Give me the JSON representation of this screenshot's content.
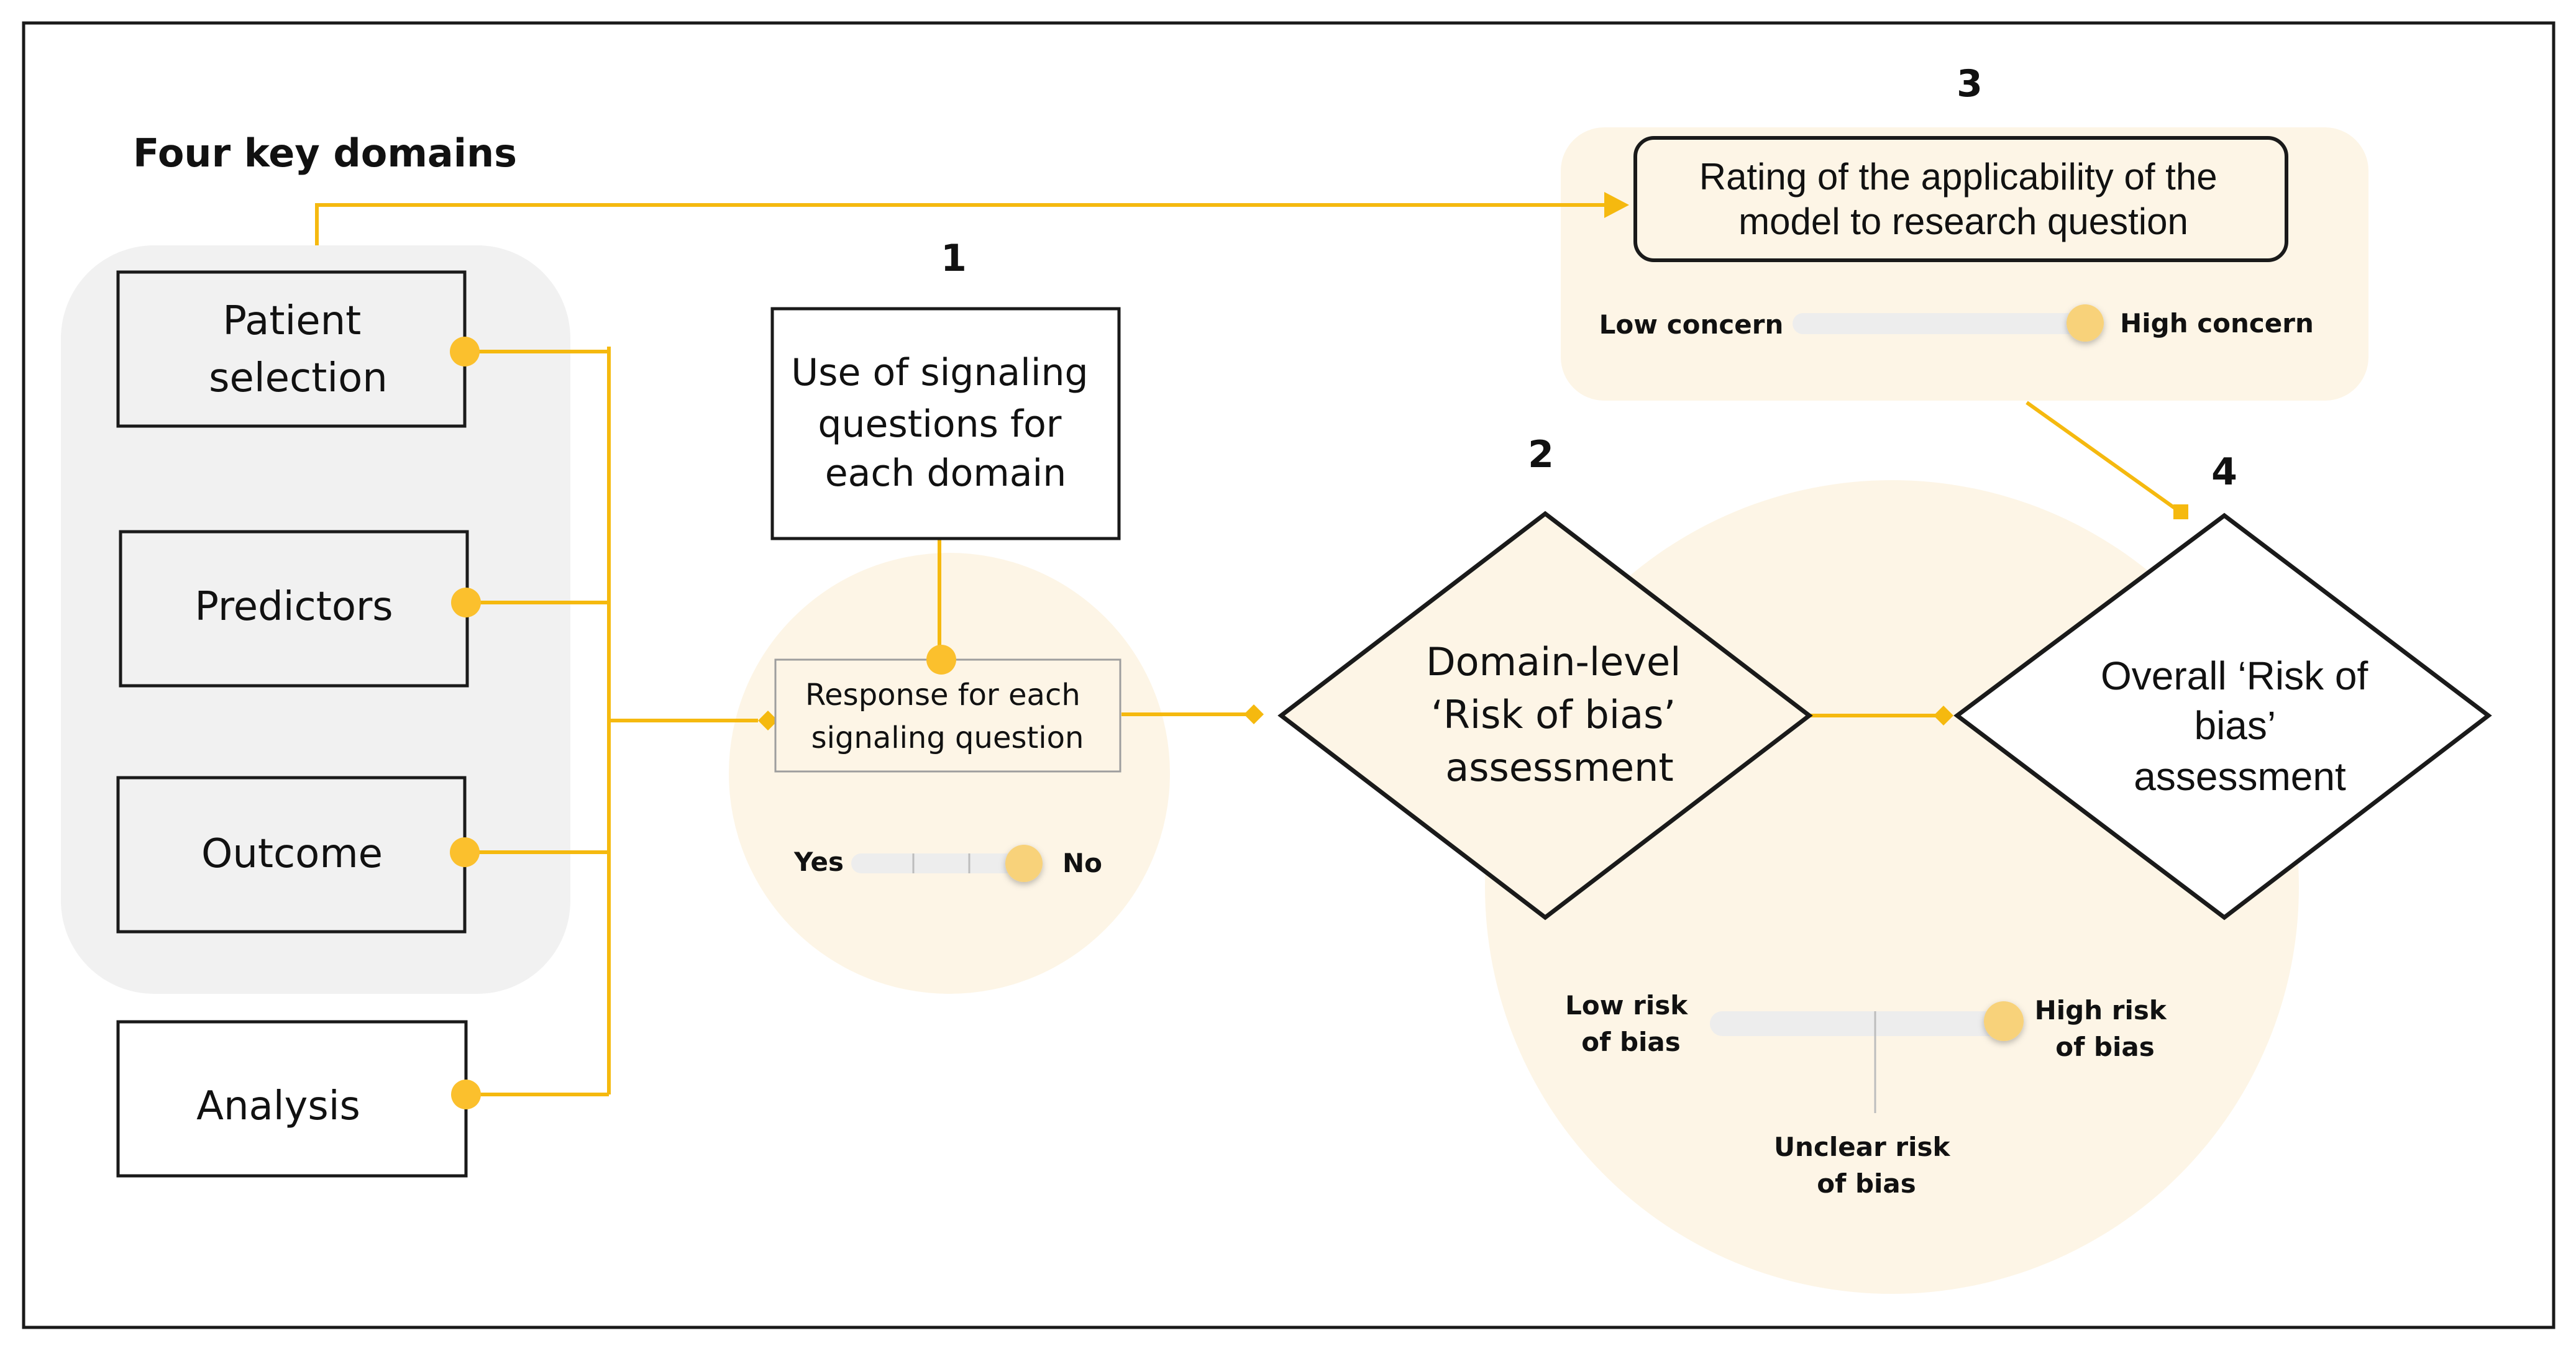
{
  "title": "Four key domains",
  "domains": [
    {
      "lines": [
        "Patient",
        "selection"
      ]
    },
    {
      "lines": [
        "Predictors"
      ]
    },
    {
      "lines": [
        "Outcome"
      ]
    },
    {
      "lines": [
        "Analysis"
      ]
    }
  ],
  "step1": {
    "number": "1",
    "box_lines": [
      "Use of signaling",
      "questions for",
      "each domain"
    ],
    "response_lines": [
      "Response for each",
      "signaling question"
    ],
    "scale_left": "Yes",
    "scale_right": "No",
    "scale_value": 1.0
  },
  "step2": {
    "number": "2",
    "diamond_lines": [
      "Domain-level",
      "‘Risk of bias’",
      "assessment"
    ],
    "scale_left_lines": [
      "Low risk",
      "of bias"
    ],
    "scale_right_lines": [
      "High risk",
      "of bias"
    ],
    "scale_middle_lines": [
      "Unclear risk",
      "of bias"
    ],
    "scale_value": 1.0
  },
  "step3": {
    "number": "3",
    "box_lines": [
      "Rating of the applicability of the",
      "model to research question"
    ],
    "scale_left": "Low concern",
    "scale_right": "High concern",
    "scale_value": 1.0
  },
  "step4": {
    "number": "4",
    "diamond_lines": [
      "Overall ‘Risk of",
      "bias’",
      "assessment"
    ]
  },
  "colors": {
    "accent": "#F5B90F",
    "knob": "#FBC02D",
    "knob_soft": "#F8D27A",
    "panel_grey": "#F1F1F1",
    "panel_cream": "#FDF5E6",
    "track": "#EDEDED",
    "stroke": "#1A1A1A"
  }
}
